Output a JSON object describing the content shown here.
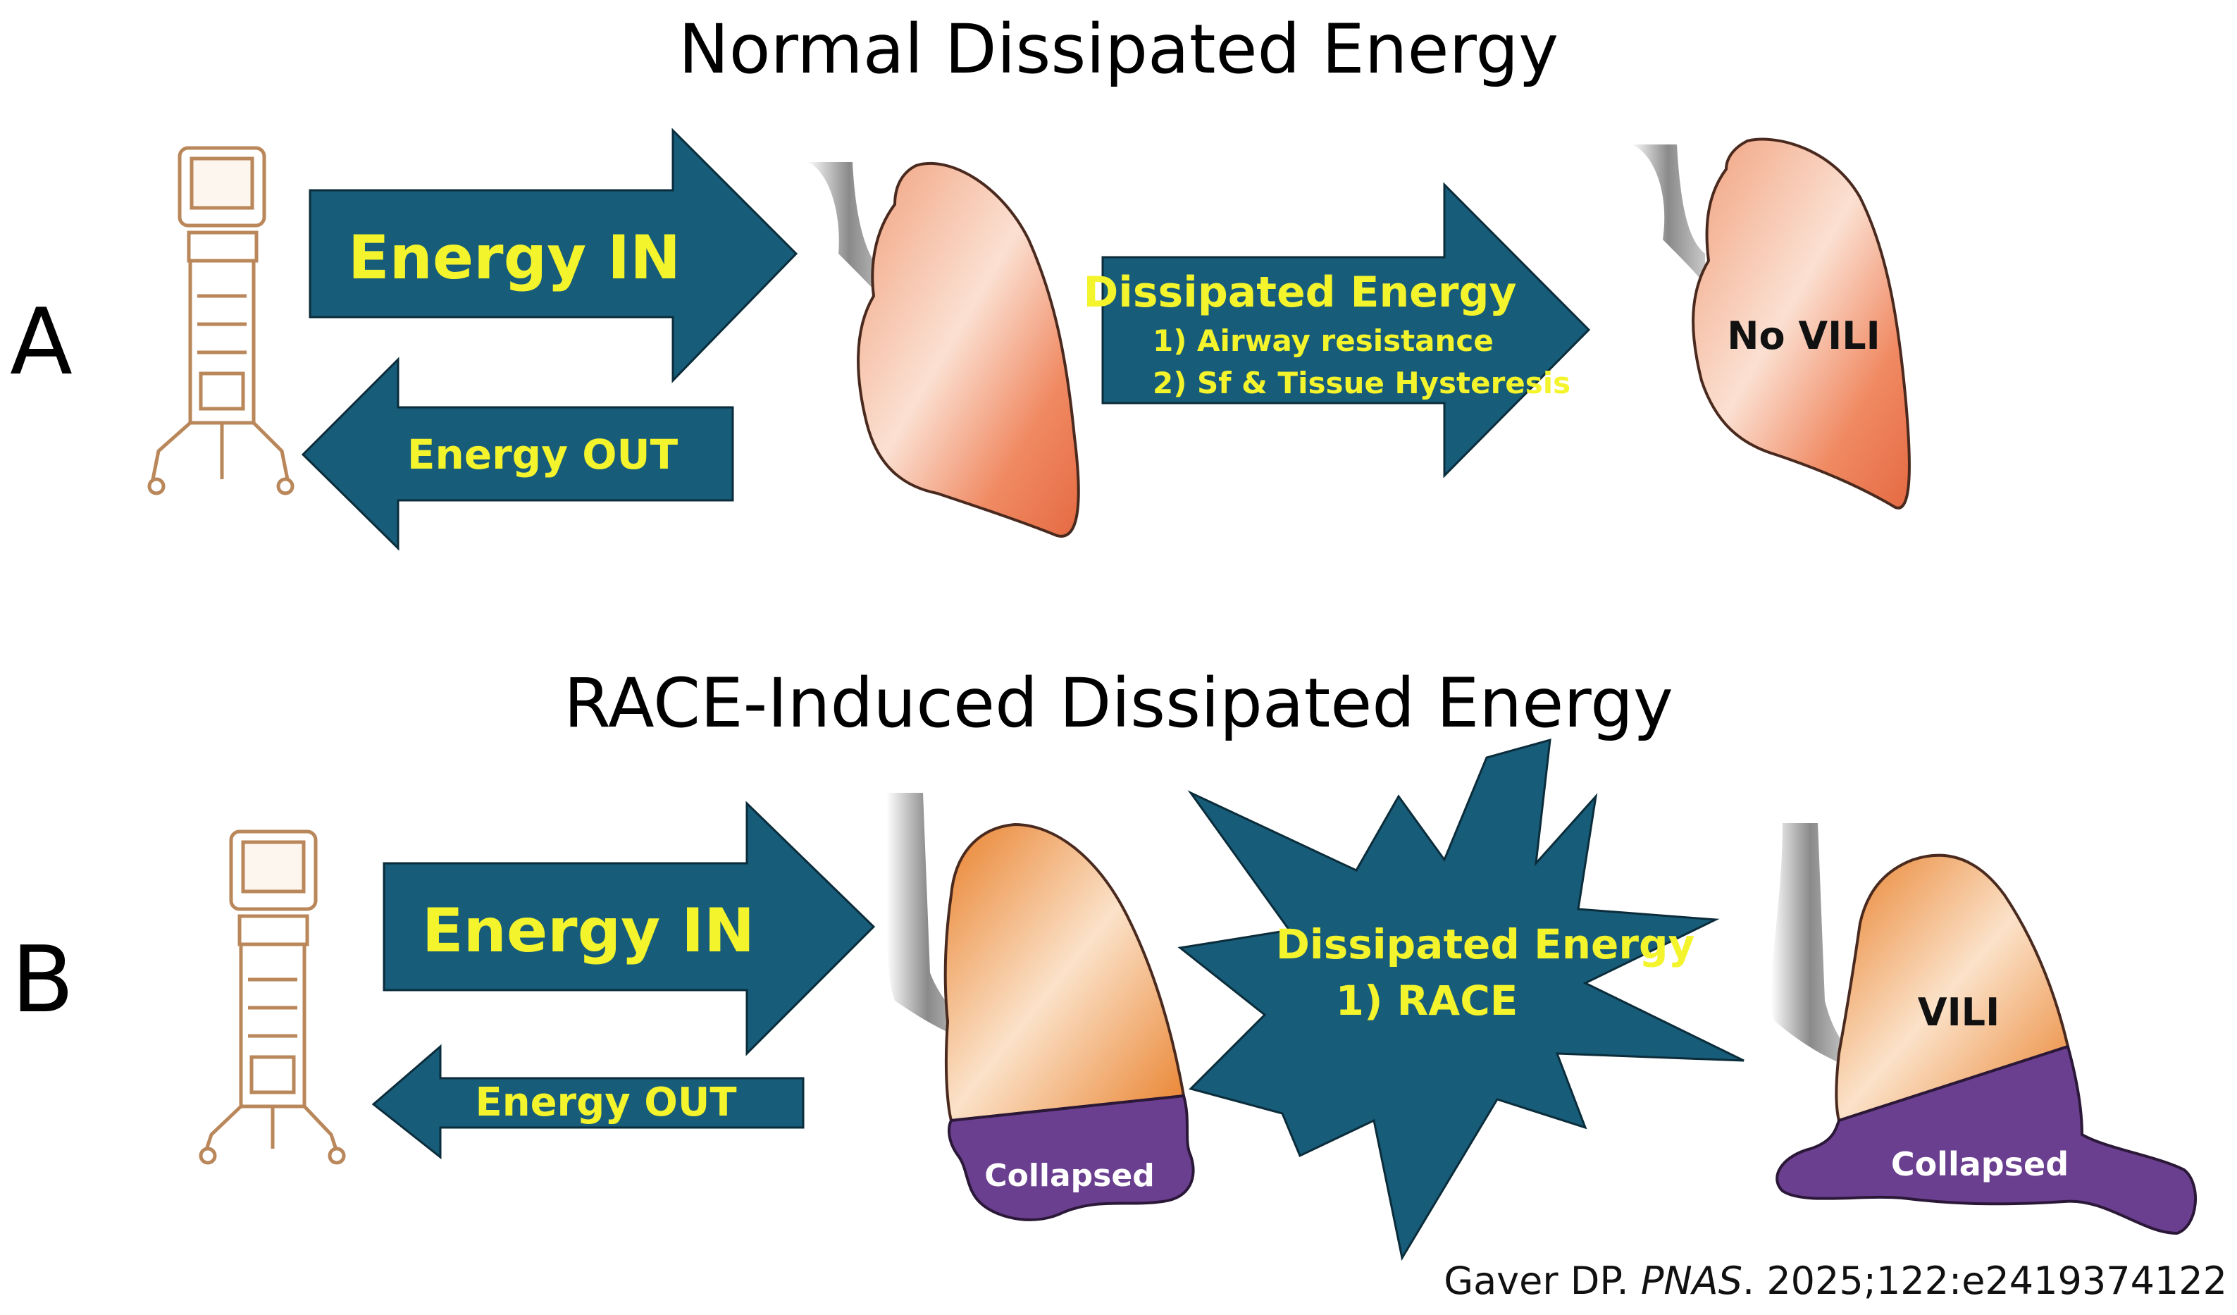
{
  "panel_a": {
    "letter": "A",
    "title": "Normal Dissipated Energy",
    "energy_in": "Energy IN",
    "energy_out": "Energy OUT",
    "dissipated_title": "Dissipated Energy",
    "dissipated_item1": "1) Airway resistance",
    "dissipated_item2": "2) Sf & Tissue Hysteresis",
    "lung_label": "No VILI"
  },
  "panel_b": {
    "letter": "B",
    "title": "RACE-Induced Dissipated Energy",
    "energy_in": "Energy IN",
    "energy_out": "Energy OUT",
    "dissipated_title": "Dissipated Energy",
    "dissipated_item1": "1) RACE",
    "collapsed_label_1": "Collapsed",
    "collapsed_label_2": "Collapsed",
    "lung_label": "VILI"
  },
  "citation": {
    "author": "Gaver DP.",
    "journal": "PNAS",
    "rest": ". 2025;122:e2419374122"
  },
  "colors": {
    "arrow_fill": "#175c78",
    "label_yellow": "#f4f42c",
    "lung_normal": "#ec7a55",
    "lung_injured": "#e9812c",
    "collapsed": "#6b3f8f",
    "ventilator_outline": "#b9875a"
  },
  "icons": [
    "ventilator-icon",
    "lung-icon",
    "trachea-icon",
    "starburst-shape"
  ]
}
